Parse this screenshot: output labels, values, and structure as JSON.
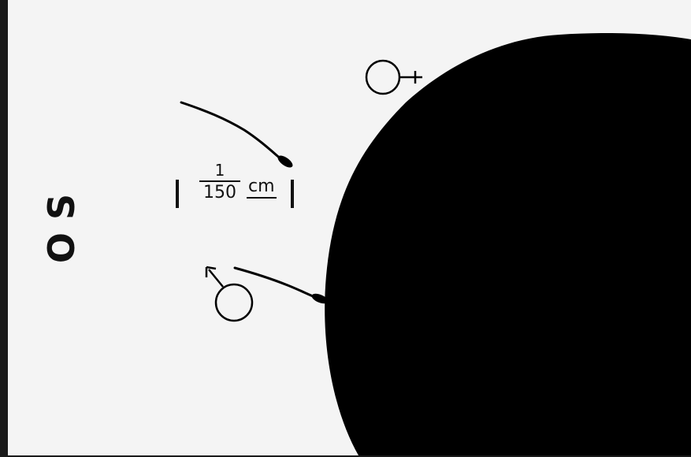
{
  "figure": {
    "side_label": "O S",
    "scale": {
      "numerator": "1",
      "denominator": "150",
      "unit": "cm"
    },
    "symbols": {
      "female": "female-symbol",
      "male": "male-symbol"
    },
    "colors": {
      "background": "#f4f4f4",
      "ink": "#000000",
      "frame": "#1a1a1a"
    }
  }
}
